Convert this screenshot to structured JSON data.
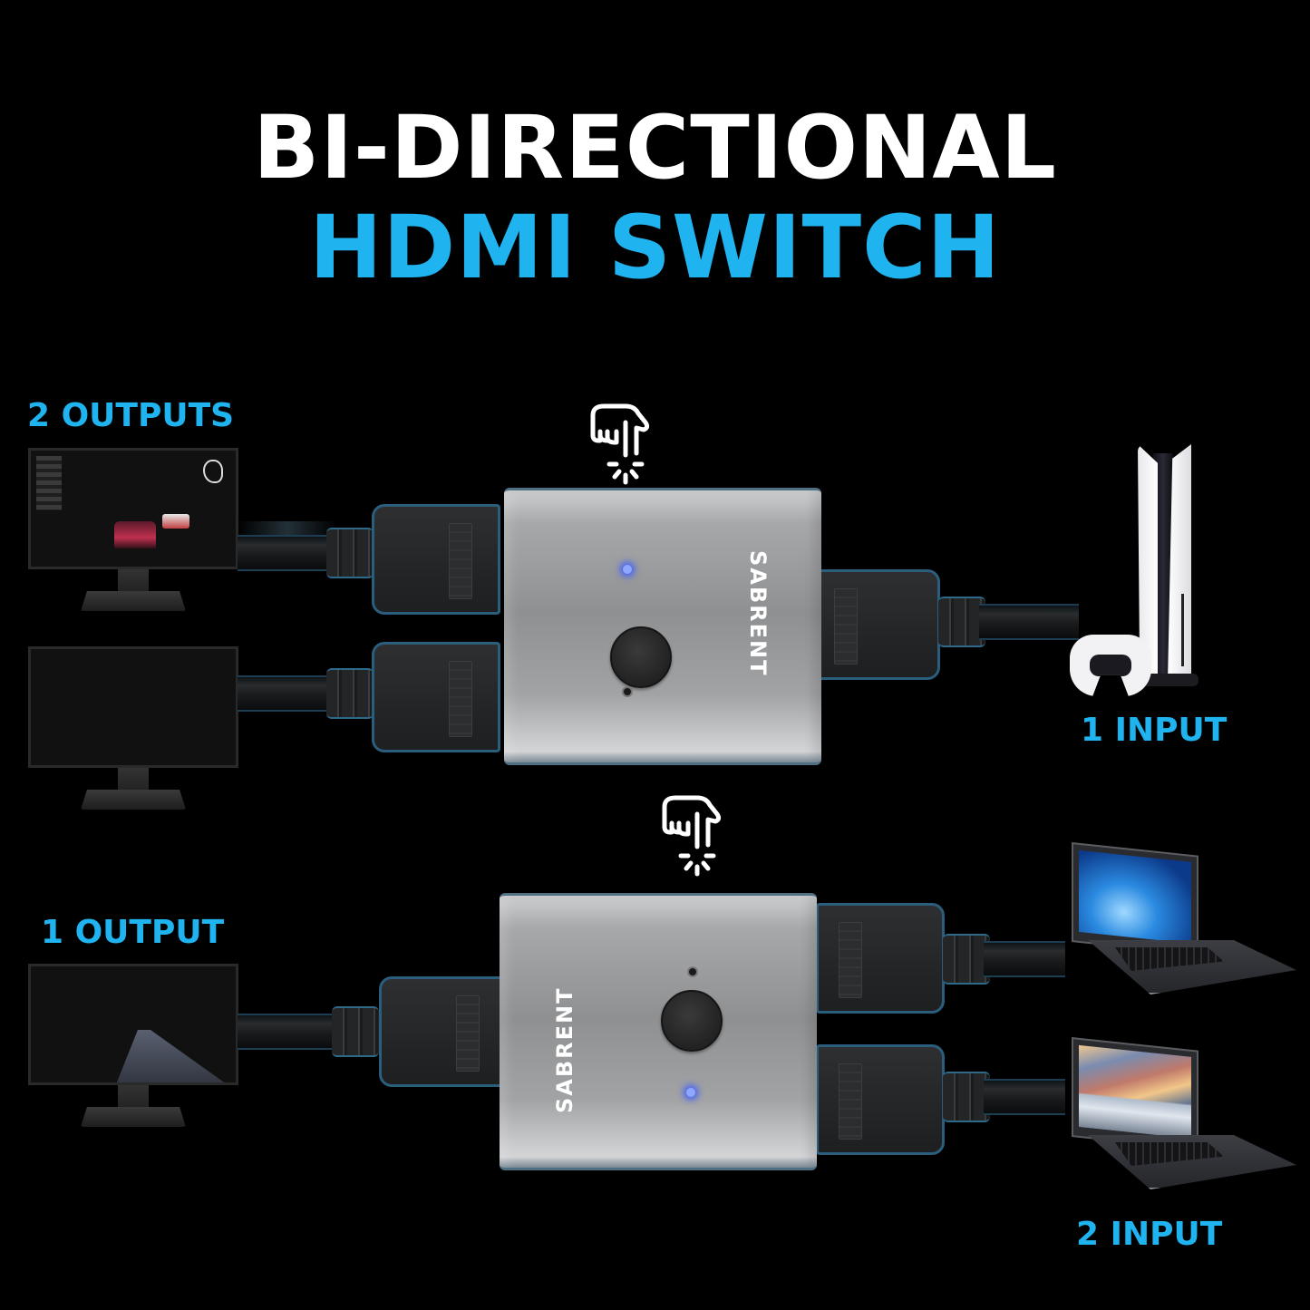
{
  "headline": {
    "line1": "BI-DIRECTIONAL",
    "line2": "HDMI SWITCH"
  },
  "colors": {
    "background": "#000000",
    "headline_primary": "#ffffff",
    "accent_blue": "#1fb4f0",
    "switch_body": "#9a9b9d",
    "led_blue": "#3c5cff",
    "cable_trim": "#2a5e7c"
  },
  "top_scenario": {
    "left_label": "2 OUTPUTS",
    "right_label": "1 INPUT",
    "switch_brand": "SABRENT",
    "press_icon": "hand-press-icon",
    "left_devices": [
      {
        "type": "monitor",
        "screen": "racing-game"
      },
      {
        "type": "monitor",
        "screen": "blank"
      }
    ],
    "right_devices": [
      {
        "type": "game-console-with-controller"
      }
    ]
  },
  "bottom_scenario": {
    "left_label": "1 OUTPUT",
    "right_label": "2 INPUT",
    "switch_brand": "SABRENT",
    "press_icon": "hand-press-icon",
    "left_devices": [
      {
        "type": "monitor",
        "screen": "winter-road"
      }
    ],
    "right_devices": [
      {
        "type": "laptop",
        "screen": "blue-wallpaper"
      },
      {
        "type": "laptop",
        "screen": "winter-road"
      }
    ]
  }
}
